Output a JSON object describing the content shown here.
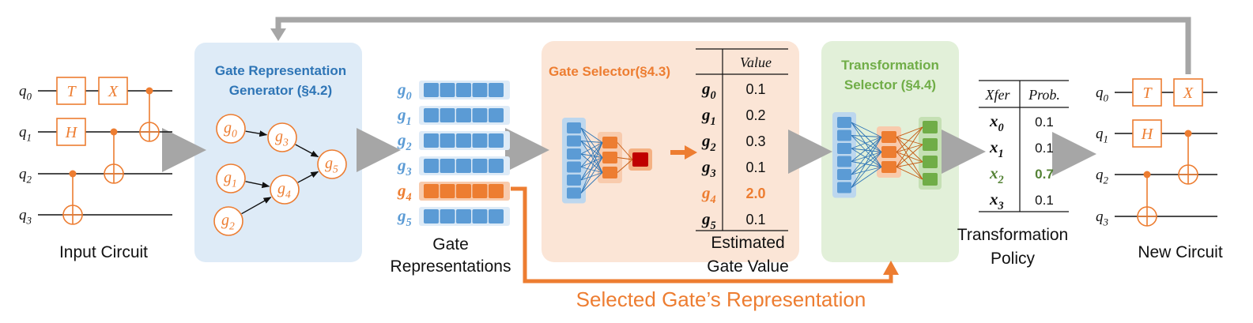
{
  "colors": {
    "orange": "#ED7D31",
    "blue": "#2E75B6",
    "blue_fill": "#5B9BD5",
    "blue_panel": "#DEEBF7",
    "orange_panel": "#FBE5D6",
    "green_panel": "#E2F0D9",
    "green": "#70AD47",
    "green_text": "#548235",
    "gray": "#A6A6A6",
    "dark_red": "#C00000"
  },
  "input_circuit": {
    "caption": "Input Circuit",
    "qubits": [
      {
        "base": "q",
        "sub": "0"
      },
      {
        "base": "q",
        "sub": "1"
      },
      {
        "base": "q",
        "sub": "2"
      },
      {
        "base": "q",
        "sub": "3"
      }
    ],
    "gate_t": "T",
    "gate_x": "X",
    "gate_h": "H"
  },
  "new_circuit": {
    "caption": "New Circuit",
    "qubits": [
      {
        "base": "q",
        "sub": "0"
      },
      {
        "base": "q",
        "sub": "1"
      },
      {
        "base": "q",
        "sub": "2"
      },
      {
        "base": "q",
        "sub": "3"
      }
    ],
    "gate_t": "T",
    "gate_x": "X",
    "gate_h": "H"
  },
  "generator": {
    "title_line1": "Gate Representation",
    "title_line2": "Generator (§4.2)",
    "nodes": [
      {
        "base": "g",
        "sub": "0"
      },
      {
        "base": "g",
        "sub": "1"
      },
      {
        "base": "g",
        "sub": "2"
      },
      {
        "base": "g",
        "sub": "3"
      },
      {
        "base": "g",
        "sub": "4"
      },
      {
        "base": "g",
        "sub": "5"
      }
    ]
  },
  "representations": {
    "caption_line1": "Gate",
    "caption_line2": "Representations",
    "rows": [
      {
        "base": "g",
        "sub": "0",
        "selected": false
      },
      {
        "base": "g",
        "sub": "1",
        "selected": false
      },
      {
        "base": "g",
        "sub": "2",
        "selected": false
      },
      {
        "base": "g",
        "sub": "3",
        "selected": false
      },
      {
        "base": "g",
        "sub": "4",
        "selected": true
      },
      {
        "base": "g",
        "sub": "5",
        "selected": false
      }
    ]
  },
  "gate_selector": {
    "title": "Gate Selector(§4.3)",
    "table_header": "Value",
    "rows": [
      {
        "base": "g",
        "sub": "0",
        "value": "0.1",
        "highlight": false
      },
      {
        "base": "g",
        "sub": "1",
        "value": "0.2",
        "highlight": false
      },
      {
        "base": "g",
        "sub": "2",
        "value": "0.3",
        "highlight": false
      },
      {
        "base": "g",
        "sub": "3",
        "value": "0.1",
        "highlight": false
      },
      {
        "base": "g",
        "sub": "4",
        "value": "2.0",
        "highlight": true
      },
      {
        "base": "g",
        "sub": "5",
        "value": "0.1",
        "highlight": false
      }
    ],
    "caption_line1": "Estimated",
    "caption_line2": "Gate Value"
  },
  "transformation_selector": {
    "title_line1": "Transformation",
    "title_line2": "Selector (§4.4)"
  },
  "policy": {
    "header_xfer": "Xfer",
    "header_prob": "Prob.",
    "rows": [
      {
        "base": "x",
        "sub": "0",
        "prob": "0.1",
        "highlight": false
      },
      {
        "base": "x",
        "sub": "1",
        "prob": "0.1",
        "highlight": false
      },
      {
        "base": "x",
        "sub": "2",
        "prob": "0.7",
        "highlight": true
      },
      {
        "base": "x",
        "sub": "3",
        "prob": "0.1",
        "highlight": false
      }
    ],
    "caption_line1": "Transformation",
    "caption_line2": "Policy"
  },
  "selected_label": "Selected Gate’s Representation"
}
